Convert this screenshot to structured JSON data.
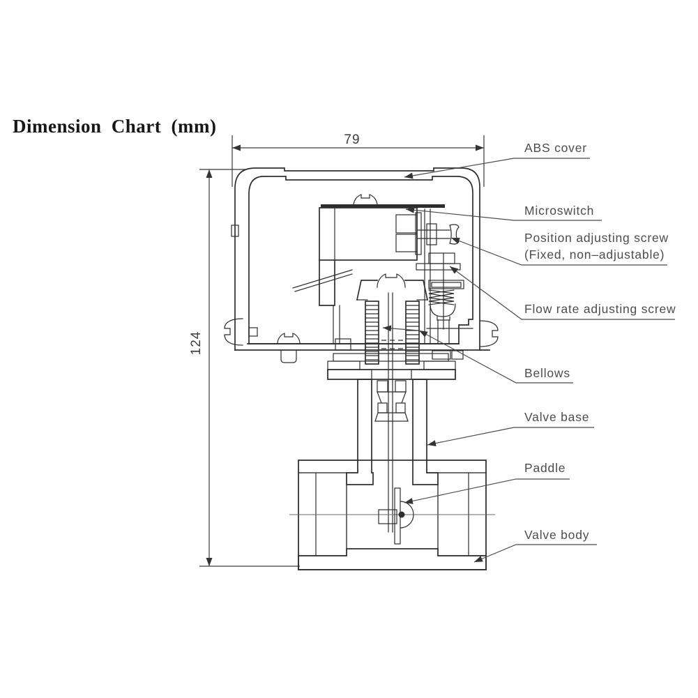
{
  "title": "Dimension Chart (mm)",
  "dimensions": {
    "width": "79",
    "height": "124",
    "unit": "mm"
  },
  "labels": {
    "abs_cover": "ABS cover",
    "microswitch": "Microswitch",
    "position_screw_line1": "Position adjusting screw",
    "position_screw_line2": "(Fixed, non–adjustable)",
    "flow_screw": "Flow rate adjusting screw",
    "bellows": "Bellows",
    "valve_base": "Valve base",
    "paddle": "Paddle",
    "valve_body": "Valve body"
  },
  "colors": {
    "line": "#2e2e2e",
    "label_text": "#4d4d4d",
    "title_text": "#171717",
    "background": "#fefefe"
  }
}
